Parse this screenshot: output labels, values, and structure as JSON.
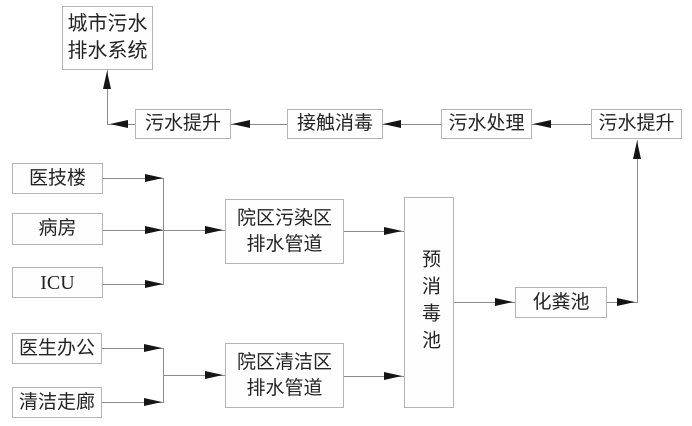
{
  "diagram": {
    "colors": {
      "background": "#ffffff",
      "box_border": "#b4b4b4",
      "box_fill": "#fefefe",
      "connector_line": "#8c8c8c",
      "arrowhead": "#151515",
      "text": "#242424"
    },
    "nodes": {
      "city_sewage": {
        "label": "城市污水\n排水系统"
      },
      "lift_left": {
        "label": "污水提升"
      },
      "contact_disinfect": {
        "label": "接触消毒"
      },
      "sewage_treatment": {
        "label": "污水处理"
      },
      "lift_right": {
        "label": "污水提升"
      },
      "med_tech": {
        "label": "医技楼"
      },
      "ward": {
        "label": "病房"
      },
      "icu": {
        "label": "ICU"
      },
      "polluted_pipe": {
        "label": "院区污染区\n排水管道"
      },
      "clean_pipe": {
        "label": "院区清洁区\n排水管道"
      },
      "pre_disinfect": {
        "label": "预消毒池"
      },
      "septic_tank": {
        "label": "化粪池"
      },
      "doctor_office": {
        "label": "医生办公"
      },
      "clean_corridor": {
        "label": "清洁走廊"
      }
    },
    "edges": [
      {
        "from": "med_tech",
        "to": "polluted_pipe"
      },
      {
        "from": "ward",
        "to": "polluted_pipe"
      },
      {
        "from": "icu",
        "to": "polluted_pipe"
      },
      {
        "from": "doctor_office",
        "to": "clean_pipe"
      },
      {
        "from": "clean_corridor",
        "to": "clean_pipe"
      },
      {
        "from": "polluted_pipe",
        "to": "pre_disinfect"
      },
      {
        "from": "clean_pipe",
        "to": "pre_disinfect"
      },
      {
        "from": "pre_disinfect",
        "to": "septic_tank"
      },
      {
        "from": "septic_tank",
        "to": "lift_right"
      },
      {
        "from": "lift_right",
        "to": "sewage_treatment"
      },
      {
        "from": "sewage_treatment",
        "to": "contact_disinfect"
      },
      {
        "from": "contact_disinfect",
        "to": "lift_left"
      },
      {
        "from": "lift_left",
        "to": "city_sewage"
      }
    ]
  }
}
